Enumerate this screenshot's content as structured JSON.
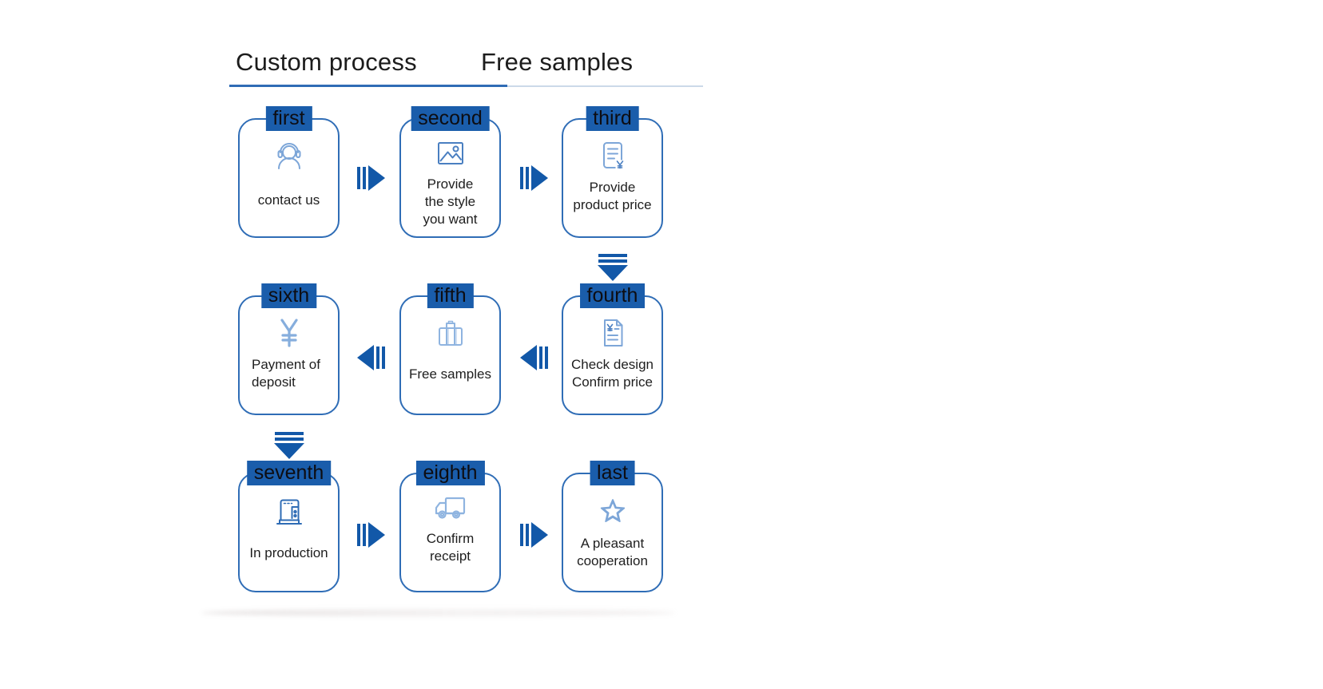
{
  "header": {
    "tabs": [
      {
        "label": "Custom process",
        "active": true
      },
      {
        "label": "Free samples",
        "active": false
      }
    ]
  },
  "steps": [
    {
      "badge": "first",
      "label": "contact us",
      "icon": "headset-person-icon"
    },
    {
      "badge": "second",
      "label": "Provide\nthe style\nyou want",
      "icon": "image-icon"
    },
    {
      "badge": "third",
      "label": "Provide\nproduct price",
      "icon": "price-document-icon"
    },
    {
      "badge": "fourth",
      "label": "Check design\nConfirm price",
      "icon": "design-document-icon"
    },
    {
      "badge": "fifth",
      "label": "Free samples",
      "icon": "briefcase-icon"
    },
    {
      "badge": "sixth",
      "label": "Payment of\ndeposit",
      "icon": "yen-icon"
    },
    {
      "badge": "seventh",
      "label": "In production",
      "icon": "sewing-machine-icon"
    },
    {
      "badge": "eighth",
      "label": "Confirm\nreceipt",
      "icon": "truck-icon"
    },
    {
      "badge": "last",
      "label": "A pleasant\ncooperation",
      "icon": "star-icon"
    }
  ],
  "flow_order_on_screen": {
    "row1": [
      "first",
      "second",
      "third"
    ],
    "row2": [
      "sixth",
      "fifth",
      "fourth"
    ],
    "row3": [
      "seventh",
      "eighth",
      "last"
    ]
  },
  "colors": {
    "badge_blue": "#1a5dab",
    "arrow_blue": "#1258a8",
    "card_border_blue": "#2f6db6",
    "icon_blue_dark": "#2f6cb5",
    "icon_blue_light": "#7da6d8",
    "active_tab_underline": "#2f6cb5",
    "inactive_tab_underline": "#ccd9e9",
    "badge_text": "#0d0d12",
    "body_text": "#1e1e1e"
  }
}
